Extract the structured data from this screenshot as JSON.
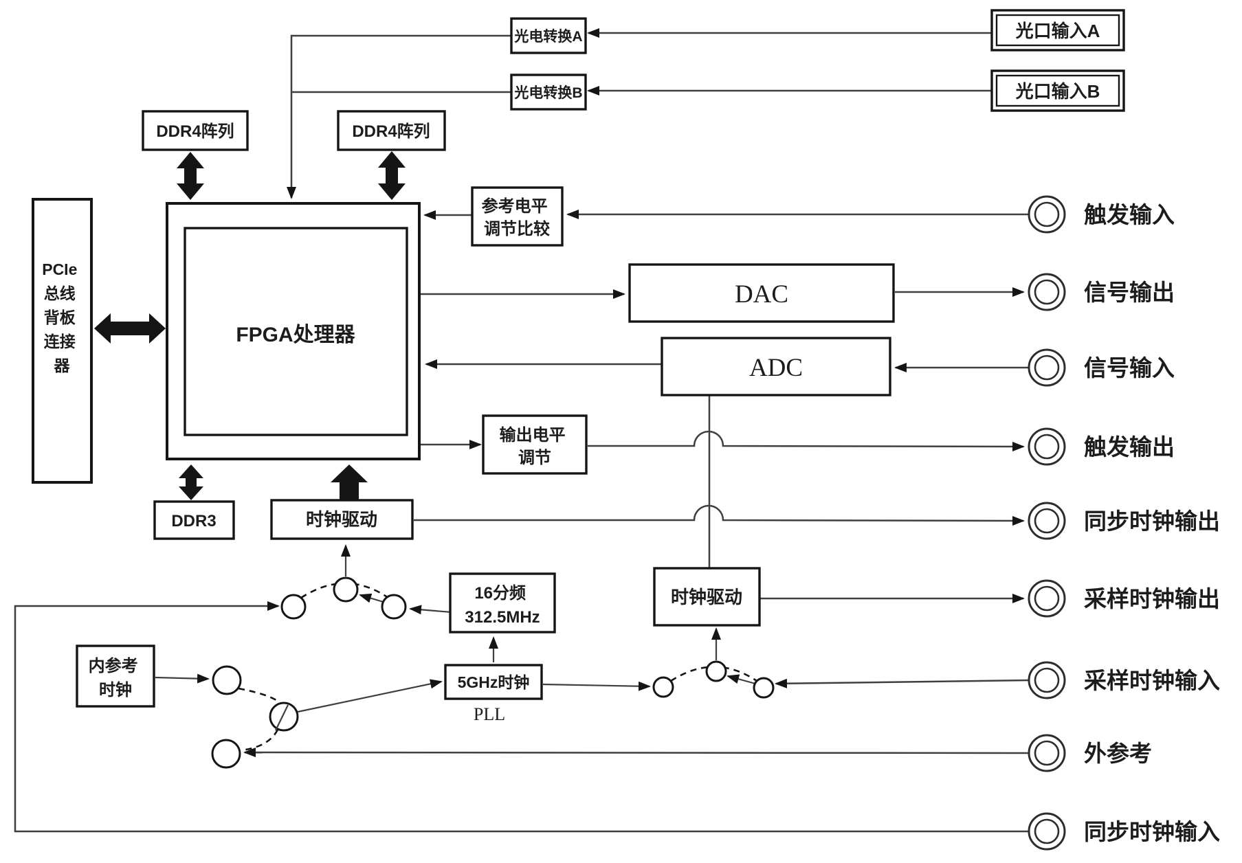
{
  "colors": {
    "background": "#ffffff",
    "line": "#3f3f3f",
    "border": "#151515",
    "text": "#1c1c1c"
  },
  "boxes": {
    "opt_conv_a": {
      "label": "光电转换A"
    },
    "opt_conv_b": {
      "label": "光电转换B"
    },
    "opt_in_a": {
      "label": "光口输入A"
    },
    "opt_in_b": {
      "label": "光口输入B"
    },
    "ddr4_left": {
      "label": "DDR4阵列"
    },
    "ddr4_right": {
      "label": "DDR4阵列"
    },
    "pcie": {
      "lines": [
        "PCIe",
        "总线",
        "背板",
        "连接",
        "器"
      ]
    },
    "fpga": {
      "label": "FPGA处理器"
    },
    "ref_level": {
      "lines": [
        "参考电平",
        "调节比较"
      ]
    },
    "dac": {
      "label": "DAC"
    },
    "adc": {
      "label": "ADC"
    },
    "out_level": {
      "lines": [
        "输出电平",
        "调节"
      ]
    },
    "ddr3": {
      "label": "DDR3"
    },
    "clk_drv_fpga": {
      "label": "时钟驱动"
    },
    "clk_drv_adc": {
      "label": "时钟驱动"
    },
    "div16": {
      "lines": [
        "16分频",
        "312.5MHz"
      ]
    },
    "clk_5g": {
      "label": "5GHz时钟",
      "sublabel": "PLL"
    },
    "int_ref": {
      "lines": [
        "内参考",
        "时钟"
      ]
    }
  },
  "ports": [
    {
      "label": "触发输入"
    },
    {
      "label": "信号输出"
    },
    {
      "label": "信号输入"
    },
    {
      "label": "触发输出"
    },
    {
      "label": "同步时钟输出"
    },
    {
      "label": "采样时钟输出"
    },
    {
      "label": "采样时钟输入"
    },
    {
      "label": "外参考"
    },
    {
      "label": "同步时钟输入"
    }
  ]
}
